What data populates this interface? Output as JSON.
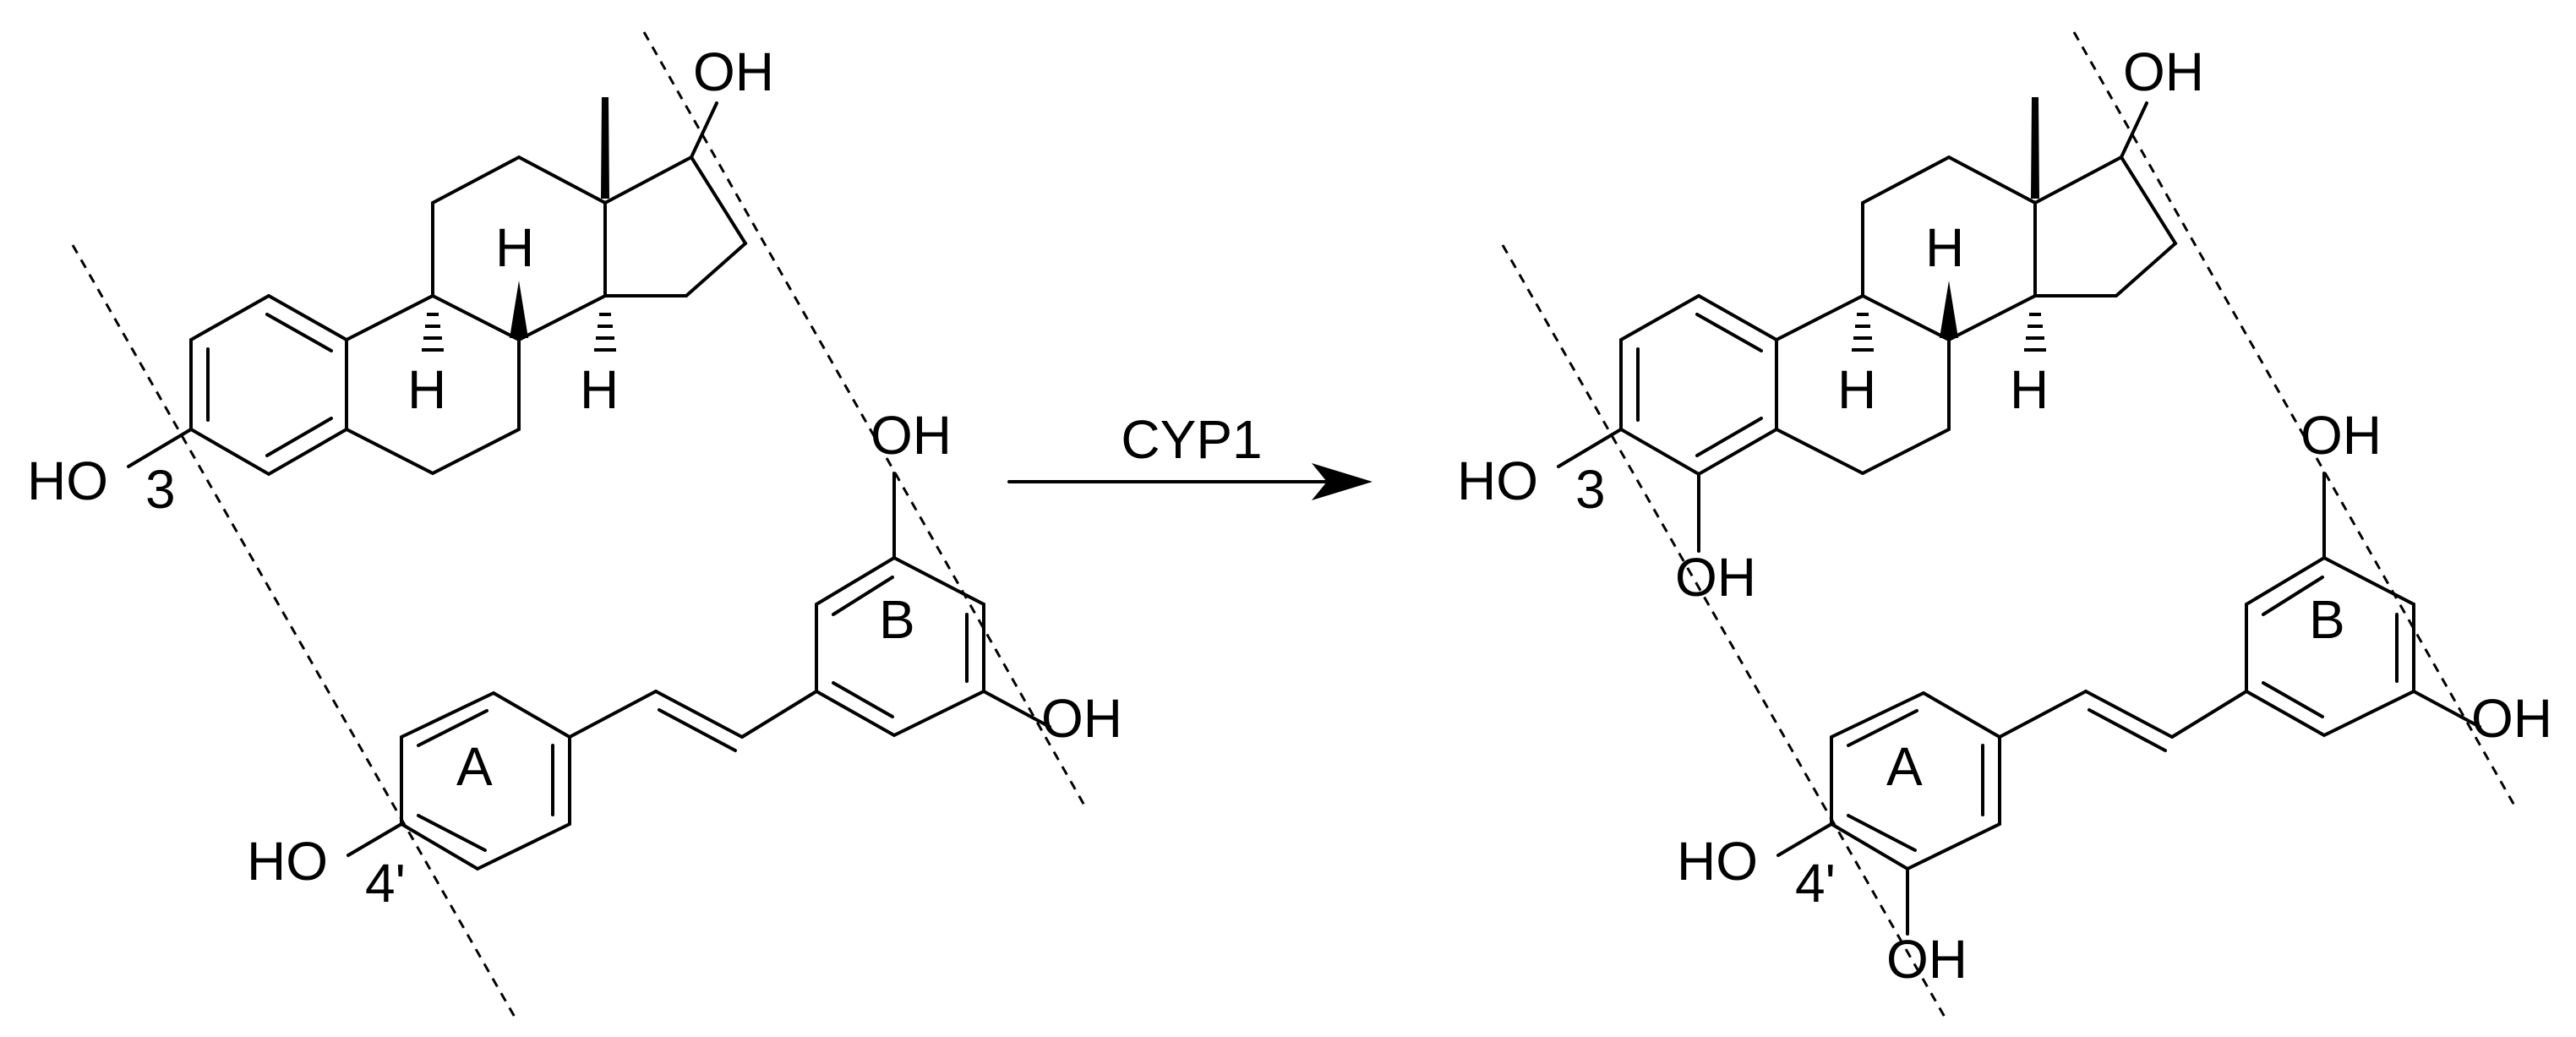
{
  "reaction": {
    "arrow_label": "CYP1",
    "reactant": {
      "labels": {
        "oh17": "OH",
        "ho3": "HO",
        "pos3": "3",
        "h9": "H",
        "h8": "H",
        "h14": "H",
        "ohB_top": "OH",
        "ohB_bottom": "OH",
        "ringB": "B",
        "ringA": "A",
        "ho4p": "HO",
        "pos4p": "4'"
      }
    },
    "product": {
      "labels": {
        "oh17": "OH",
        "ho3": "HO",
        "pos3": "3",
        "oh4": "OH",
        "h9": "H",
        "h8": "H",
        "h14": "H",
        "ohB_top": "OH",
        "ohB_bottom": "OH",
        "ringB": "B",
        "ringA": "A",
        "ho4p": "HO",
        "pos4p": "4'",
        "oh3p": "OH"
      }
    }
  }
}
